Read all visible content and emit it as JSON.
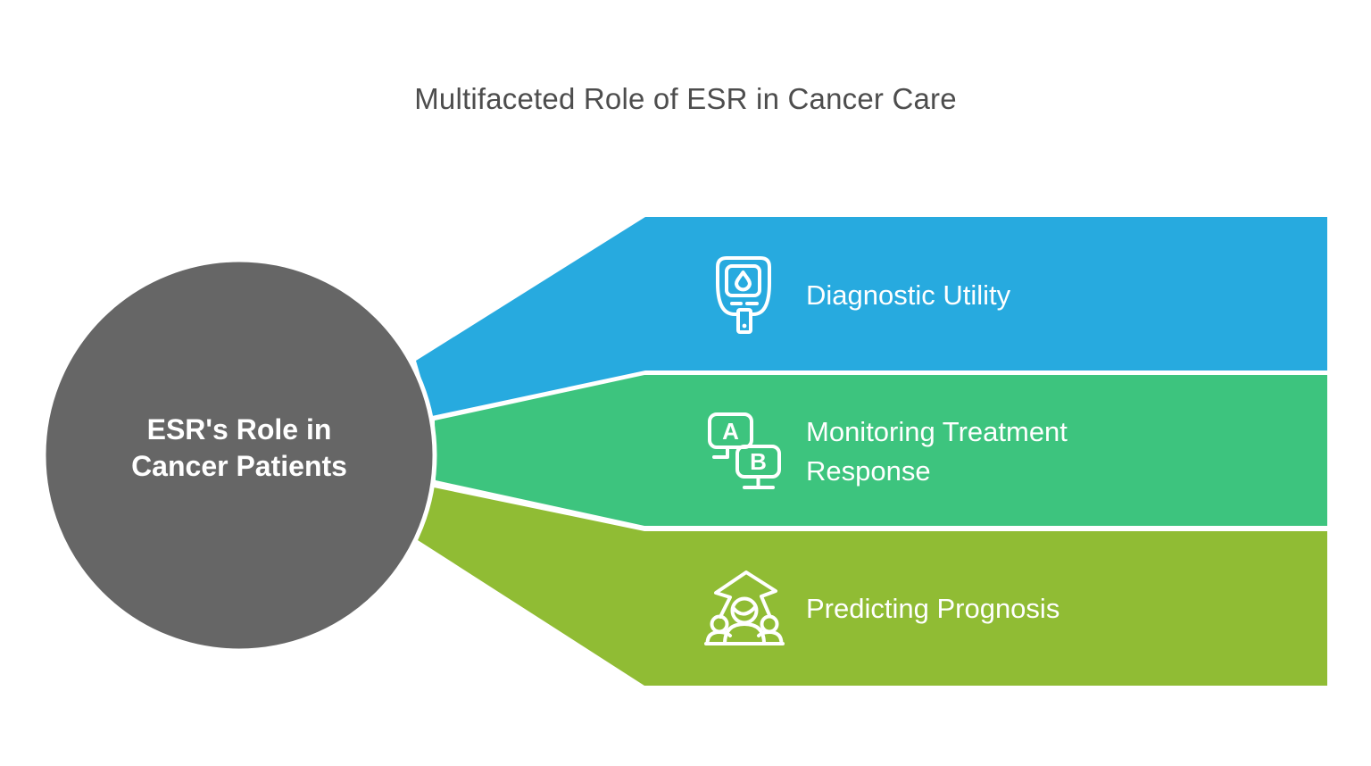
{
  "title": "Multifaceted Role of ESR in Cancer Care",
  "hub": {
    "label": "ESR's Role in Cancer Patients"
  },
  "branches": [
    {
      "label": "Diagnostic Utility",
      "color": "#27AADF",
      "icon": "glucose-meter-icon"
    },
    {
      "label": "Monitoring Treatment Response",
      "color": "#3DC47E",
      "icon": "ab-test-monitors-icon",
      "icon_letters": {
        "a": "A",
        "b": "B"
      }
    },
    {
      "label": "Predicting Prognosis",
      "color": "#90BC34",
      "icon": "people-growth-arrow-icon"
    }
  ],
  "colors": {
    "hub_circle": "#666666",
    "title_text": "#4D4D4D",
    "label_text": "#FFFFFF",
    "icon_stroke": "#FFFFFF",
    "background": "#FFFFFF"
  }
}
